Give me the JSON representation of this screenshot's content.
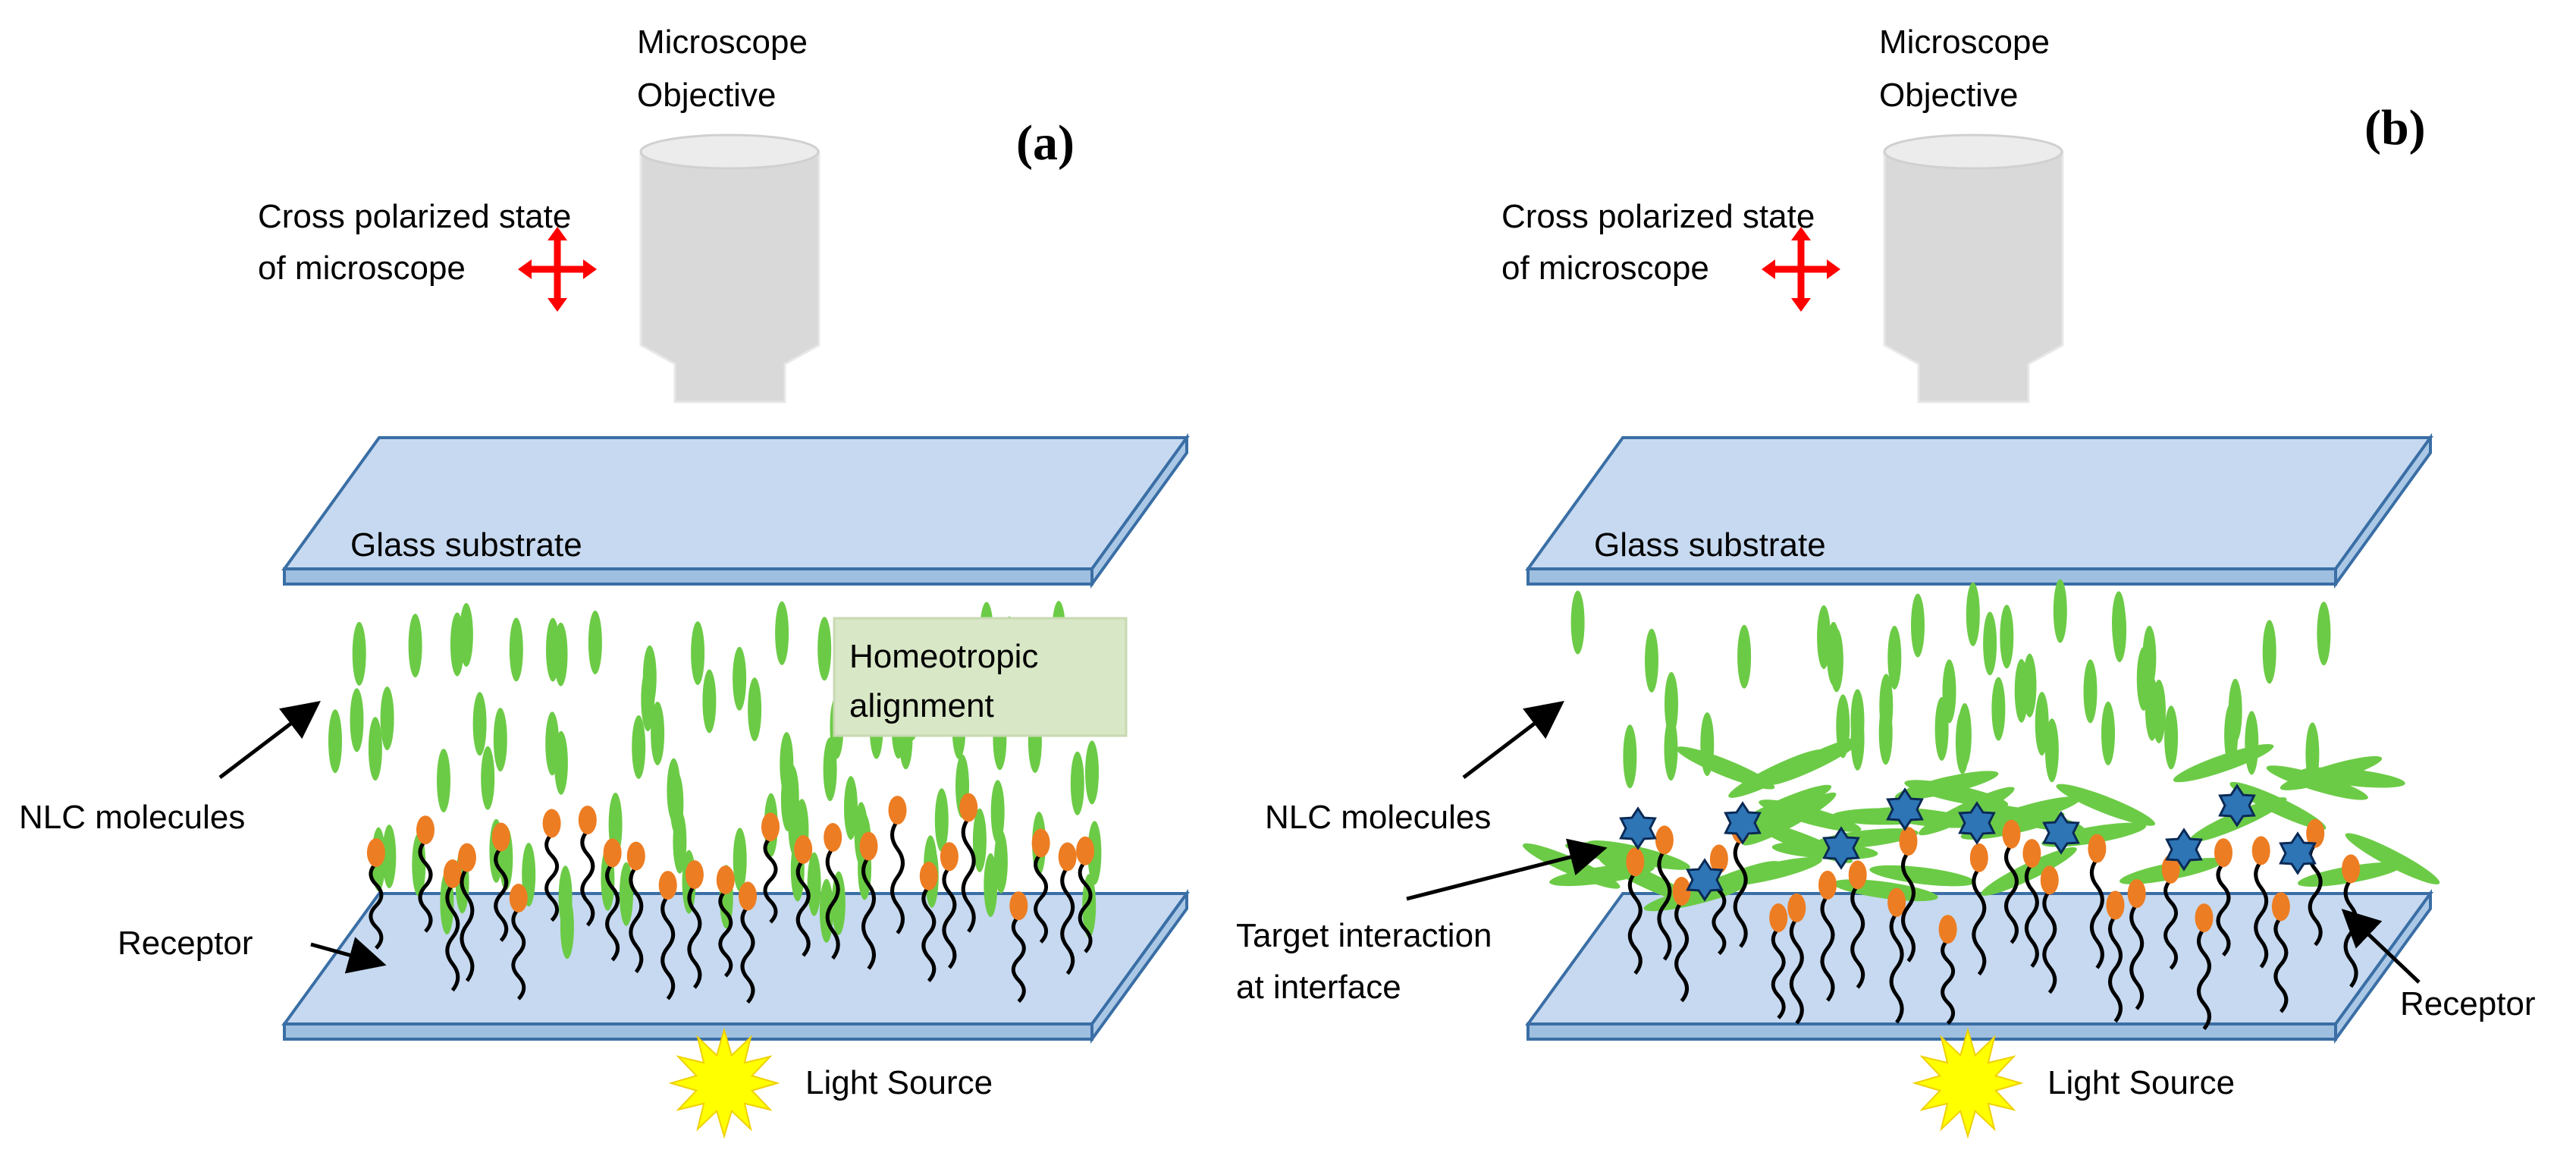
{
  "colors": {
    "glass_fill": "#c6d9f0",
    "glass_edge": "#3a6ea5",
    "nlc_green": "#6ccb46",
    "receptor_head": "#ed7d22",
    "receptor_tail": "#000000",
    "target": "#2e75b6",
    "polarizer_arrow": "#ff0000",
    "light_source": "#ffff00",
    "objective": "#d9d9d9",
    "callout_fill": "#d8e7c5"
  },
  "panels": [
    {
      "id": "a",
      "panel_label": "(a)",
      "objective_label_line1": "Microscope",
      "objective_label_line2": "Objective",
      "polarizer_label_line1": "Cross polarized state",
      "polarizer_label_line2": "of microscope",
      "top_glass_label": "Glass substrate",
      "callout_line1": "Homeotropic",
      "callout_line2": "alignment",
      "nlc_label": "NLC molecules",
      "receptor_label": "Receptor",
      "light_label": "Light Source",
      "state": "homeotropic",
      "icons": [
        "microscope-objective-icon",
        "cross-polarizer-icon",
        "light-source-icon"
      ]
    },
    {
      "id": "b",
      "panel_label": "(b)",
      "objective_label_line1": "Microscope",
      "objective_label_line2": "Objective",
      "polarizer_label_line1": "Cross polarized state",
      "polarizer_label_line2": "of microscope",
      "top_glass_label": "Glass substrate",
      "nlc_label": "NLC molecules",
      "target_label_line1": "Target interaction",
      "target_label_line2": "at interface",
      "receptor_label": "Receptor",
      "light_label": "Light Source",
      "state": "disrupted",
      "icons": [
        "microscope-objective-icon",
        "cross-polarizer-icon",
        "light-source-icon",
        "target-star-icon"
      ]
    }
  ]
}
